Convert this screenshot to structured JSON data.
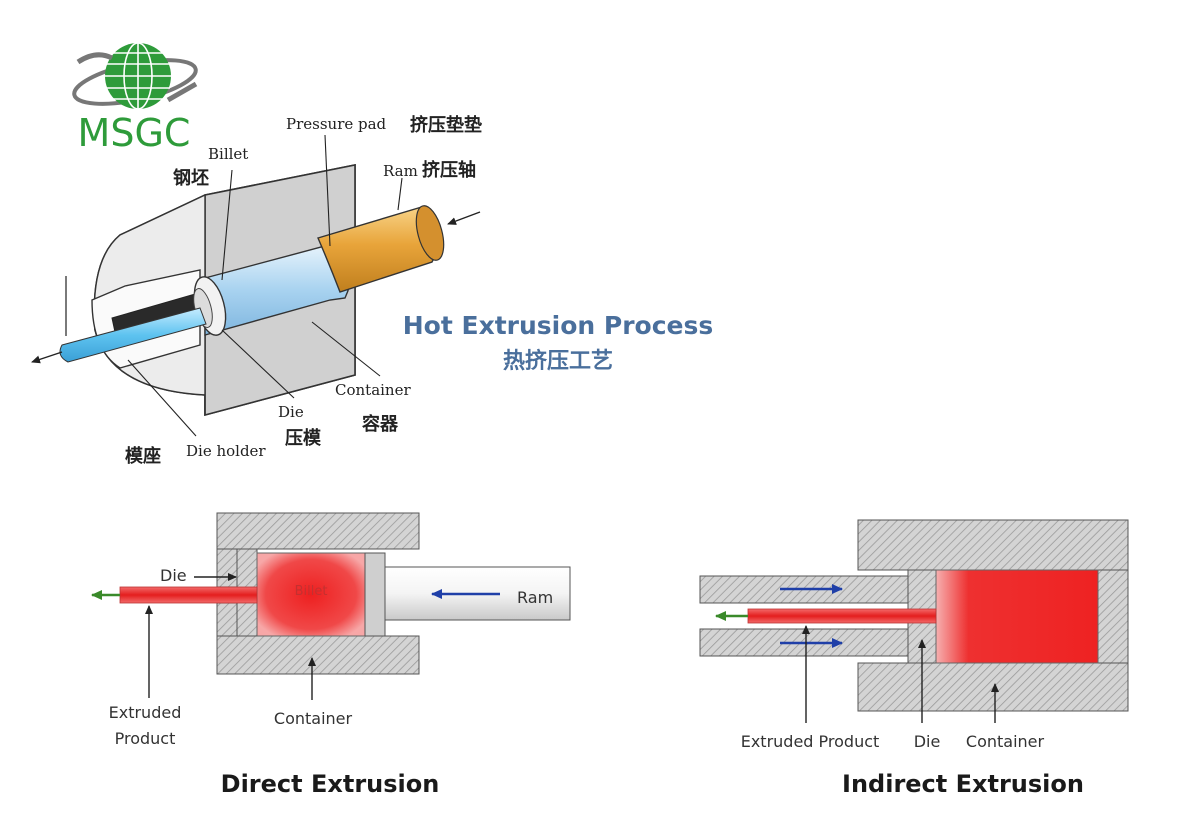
{
  "logo": {
    "text": "MSGC",
    "color": "#2e9b3a"
  },
  "top_diagram": {
    "title_en": "Hot Extrusion Process",
    "title_cn": "热挤压工艺",
    "title_color": "#4a6f9c",
    "labels": {
      "pressure_pad_en": "Pressure pad",
      "pressure_pad_cn": "挤压垫垫",
      "billet_en": "Billet",
      "billet_cn": "钢坯",
      "ram_en": "Ram",
      "ram_cn": "挤压轴",
      "container_en": "Container",
      "container_cn": "容器",
      "die_en": "Die",
      "die_cn": "压模",
      "die_holder_en": "Die holder",
      "die_holder_cn": "模座"
    },
    "colors": {
      "billet": "#bfe0f5",
      "ram": "#e6a23c",
      "body": "#d9d9d9"
    }
  },
  "direct": {
    "caption": "Direct Extrusion",
    "labels": {
      "die": "Die",
      "billet": "Billet",
      "ram": "Ram",
      "extruded_line1": "Extruded",
      "extruded_line2": "Product",
      "container": "Container"
    }
  },
  "indirect": {
    "caption": "Indirect Extrusion",
    "labels": {
      "extruded_product": "Extruded Product",
      "die": "Die",
      "container": "Container"
    }
  },
  "colors": {
    "hot": "#ee2a2a",
    "arrow_blue": "#1f3fa8",
    "arrow_green": "#3a8a2a",
    "hatch": "#9a9a9a"
  }
}
